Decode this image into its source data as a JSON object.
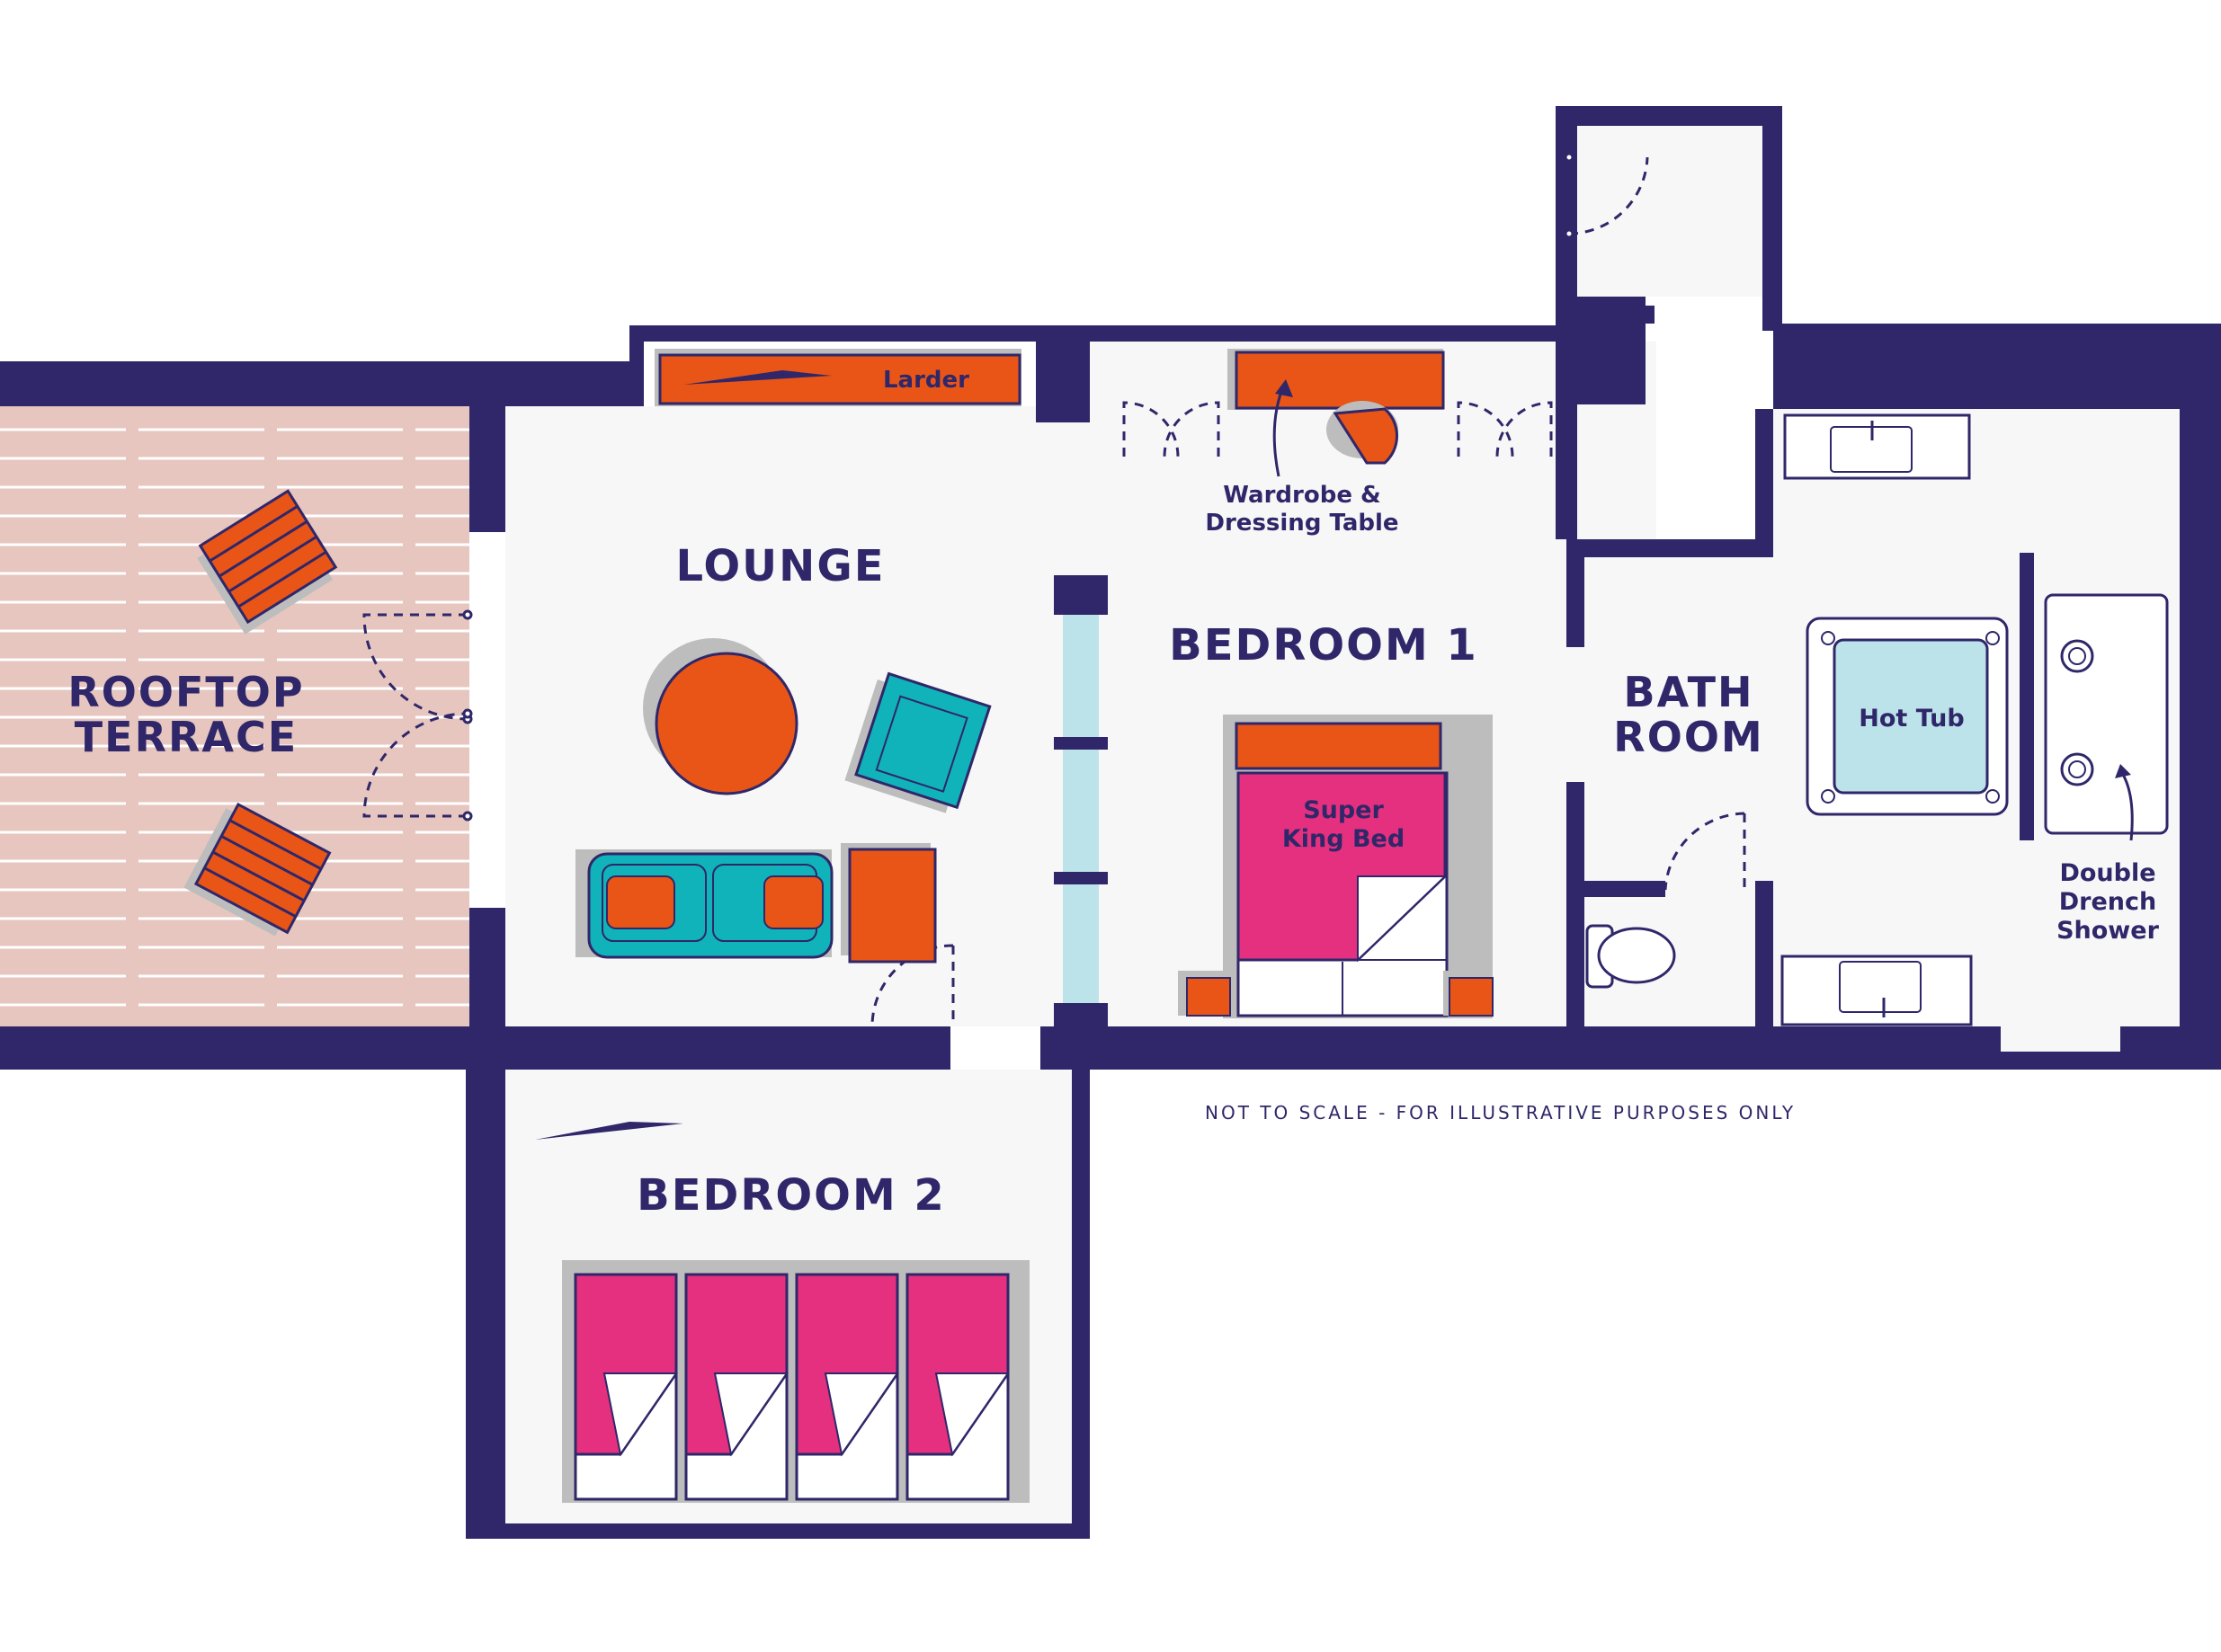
{
  "colors": {
    "wall": "#2f2769",
    "floor": "#f7f7f8",
    "terrace": "#e6c6bf",
    "orange": "#e85517",
    "teal": "#10b3b9",
    "pink": "#e5307f",
    "light_blue": "#bde3ea",
    "shadow": "#bdbdbd"
  },
  "rooms": {
    "lounge": "LOUNGE",
    "bedroom1": "BEDROOM 1",
    "bathroom_line1": "BATH",
    "bathroom_line2": "ROOM",
    "terrace_line1": "ROOFTOP",
    "terrace_line2": "TERRACE",
    "bedroom2": "BEDROOM 2"
  },
  "furniture": {
    "larder": "Larder",
    "wardrobe_line1": "Wardrobe &",
    "wardrobe_line2": "Dressing Table",
    "bed_line1": "Super",
    "bed_line2": "King Bed",
    "hot_tub": "Hot Tub",
    "shower_line1": "Double",
    "shower_line2": "Drench",
    "shower_line3": "Shower"
  },
  "note": "NOT TO SCALE - FOR ILLUSTRATIVE PURPOSES ONLY"
}
